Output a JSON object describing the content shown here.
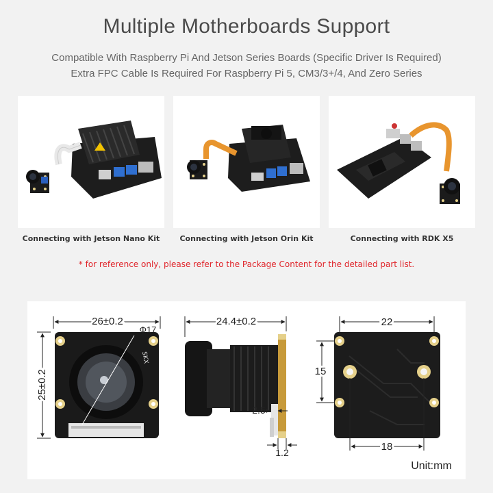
{
  "header": {
    "title": "Multiple Motherboards Support",
    "subtitle_line1": "Compatible With Raspberry Pi And Jetson Series Boards (Specific Driver Is Required)",
    "subtitle_line2": "Extra FPC Cable Is Required For Raspberry Pi 5, CM3/3+/4, And Zero Series"
  },
  "connections": [
    {
      "caption": "Connecting with Jetson Nano Kit"
    },
    {
      "caption": "Connecting with Jetson Orin Kit"
    },
    {
      "caption": "Connecting with RDK X5"
    }
  ],
  "note": "* for reference only, please refer to the Package Content for the detailed part list.",
  "dimensions": {
    "front": {
      "width": "26±0.2",
      "height": "25±0.2",
      "lens": "Φ17",
      "board_mark": "SKX"
    },
    "side": {
      "length": "24.4±0.2",
      "gap": "2.5",
      "thickness": "1.2"
    },
    "back": {
      "hole_x": "22",
      "hole_y": "15",
      "hole_x2": "18"
    },
    "unit": "Unit:mm"
  },
  "colors": {
    "accent_red": "#e0242a",
    "pcb": "#1b1b1b",
    "pad_gold": "#e5d08a",
    "fpc_orange": "#e8952e",
    "usb_blue": "#2f6fd0"
  }
}
